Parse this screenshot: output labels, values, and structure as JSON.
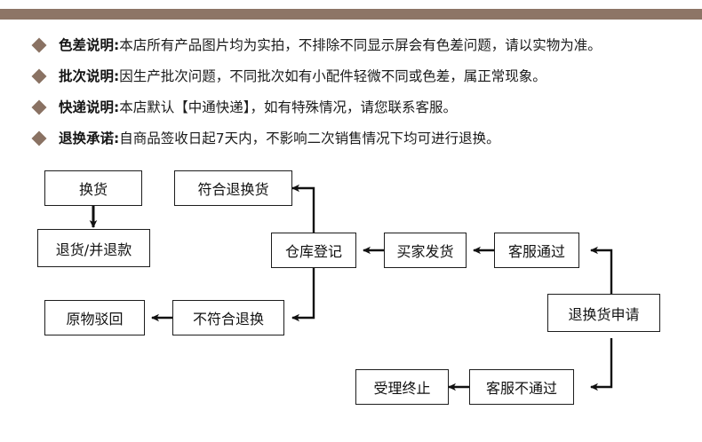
{
  "decor": {
    "bar_color": "#8d7566",
    "bullet_color": "#8a7263",
    "bullet_icon": "diamond-bullet"
  },
  "notes": [
    {
      "label": "色差说明:",
      "text": "本店所有产品图片均为实拍，不排除不同显示屏会有色差问题，请以实物为准。"
    },
    {
      "label": "批次说明:",
      "text": "因生产批次问题，不同批次如有小配件轻微不同或色差，属正常现象。"
    },
    {
      "label": "快递说明:",
      "text": "本店默认【中通快递】，如有特殊情况，请您联系客服。"
    },
    {
      "label": "退换承诺:",
      "text": "自商品签收日起7天内，不影响二次销售情况下均可进行退换。"
    }
  ],
  "flowchart": {
    "type": "diagram",
    "nodes": [
      {
        "id": "huanhuo",
        "label": "换货"
      },
      {
        "id": "fuhe",
        "label": "符合退换货"
      },
      {
        "id": "cangku",
        "label": "仓库登记"
      },
      {
        "id": "maijia",
        "label": "买家发货"
      },
      {
        "id": "kefu-tongguo",
        "label": "客服通过"
      },
      {
        "id": "tuihuo-tuikuan",
        "label": "退货/并退款"
      },
      {
        "id": "yuanwu",
        "label": "原物驳回"
      },
      {
        "id": "bufuhe",
        "label": "不符合退换"
      },
      {
        "id": "shenqing",
        "label": "退换货申请"
      },
      {
        "id": "shouli",
        "label": "受理终止"
      },
      {
        "id": "kefu-butong",
        "label": "客服不通过"
      }
    ],
    "edges": [
      {
        "from": "huanhuo",
        "to": "tuihuo-tuikuan"
      },
      {
        "from": "cangku",
        "to": "fuhe"
      },
      {
        "from": "maijia",
        "to": "cangku"
      },
      {
        "from": "kefu-tongguo",
        "to": "maijia"
      },
      {
        "from": "shenqing",
        "to": "kefu-tongguo"
      },
      {
        "from": "cangku",
        "to": "bufuhe"
      },
      {
        "from": "bufuhe",
        "to": "yuanwu"
      },
      {
        "from": "shenqing",
        "to": "kefu-butong"
      },
      {
        "from": "kefu-butong",
        "to": "shouli"
      }
    ]
  }
}
